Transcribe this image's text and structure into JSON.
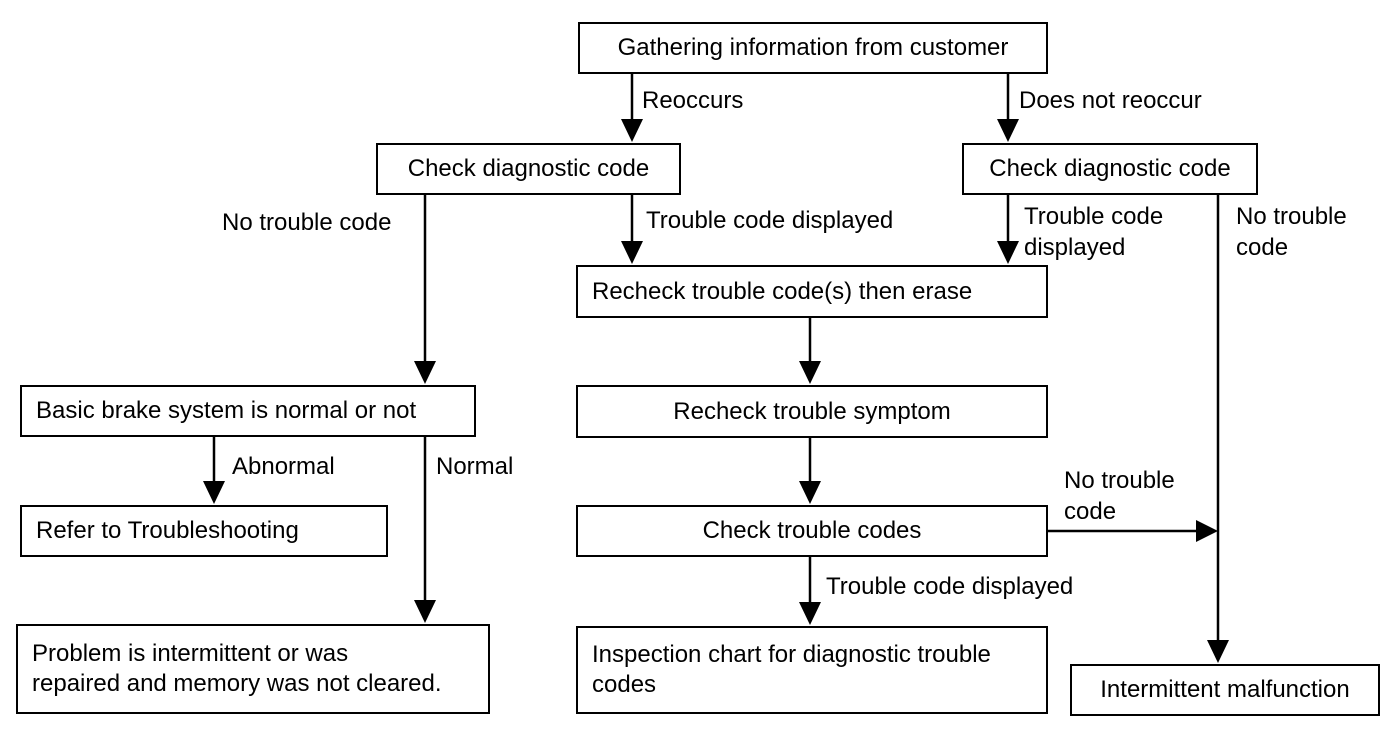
{
  "boxes": {
    "gathering": "Gathering information from customer",
    "check_left": "Check diagnostic code",
    "check_right": "Check diagnostic code",
    "recheck_erase": "Recheck trouble code(s) then erase",
    "basic_brake": "Basic brake system is normal or not",
    "recheck_symptom": "Recheck trouble symptom",
    "refer": "Refer to Troubleshooting",
    "check_codes": "Check trouble codes",
    "problem_line1": "Problem is intermittent or was",
    "problem_line2": "repaired and memory was not cleared.",
    "inspection_line1": "Inspection chart for diagnostic trouble",
    "inspection_line2": "codes",
    "intermittent": "Intermittent malfunction"
  },
  "labels": {
    "reoccurs": "Reoccurs",
    "does_not_reoccur": "Does not reoccur",
    "no_trouble_code_left": "No trouble code",
    "trouble_code_displayed_mid": "Trouble code displayed",
    "trouble_code_right_line1": "Trouble code",
    "trouble_code_right_line2": "displayed",
    "no_trouble_right_line1": "No trouble",
    "no_trouble_right_line2": "code",
    "abnormal": "Abnormal",
    "normal": "Normal",
    "no_trouble_mid_line1": "No trouble",
    "no_trouble_mid_line2": "code",
    "trouble_code_displayed_bottom": "Trouble code displayed"
  }
}
